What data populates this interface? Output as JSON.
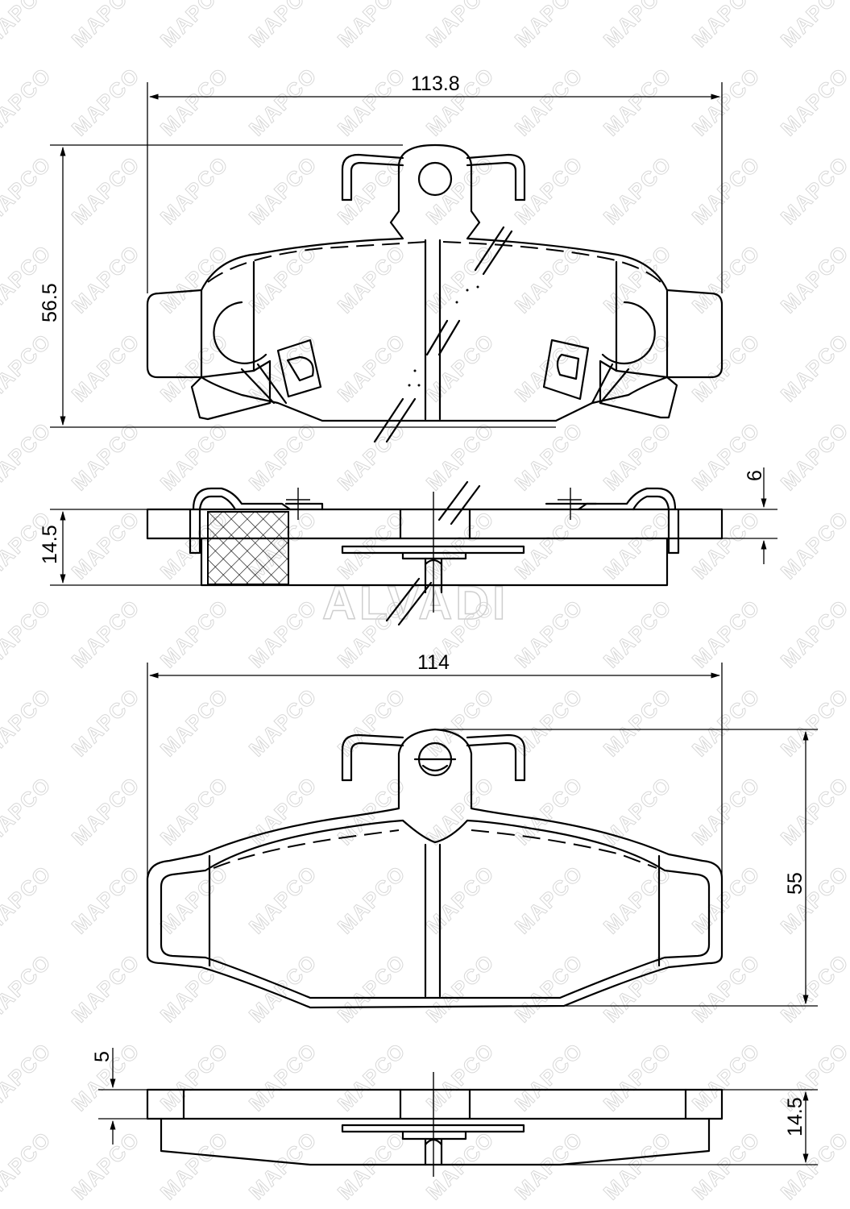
{
  "dimensions": {
    "top_width": "113.8",
    "top_height": "56.5",
    "top_side_thickness": "14.5",
    "top_side_backplate": "6",
    "bottom_width": "114",
    "bottom_height": "55",
    "bottom_side_backplate": "5",
    "bottom_side_thickness": "14.5"
  },
  "watermarks": {
    "tile_text": "MAPCO",
    "center_text": "ALVADI"
  }
}
